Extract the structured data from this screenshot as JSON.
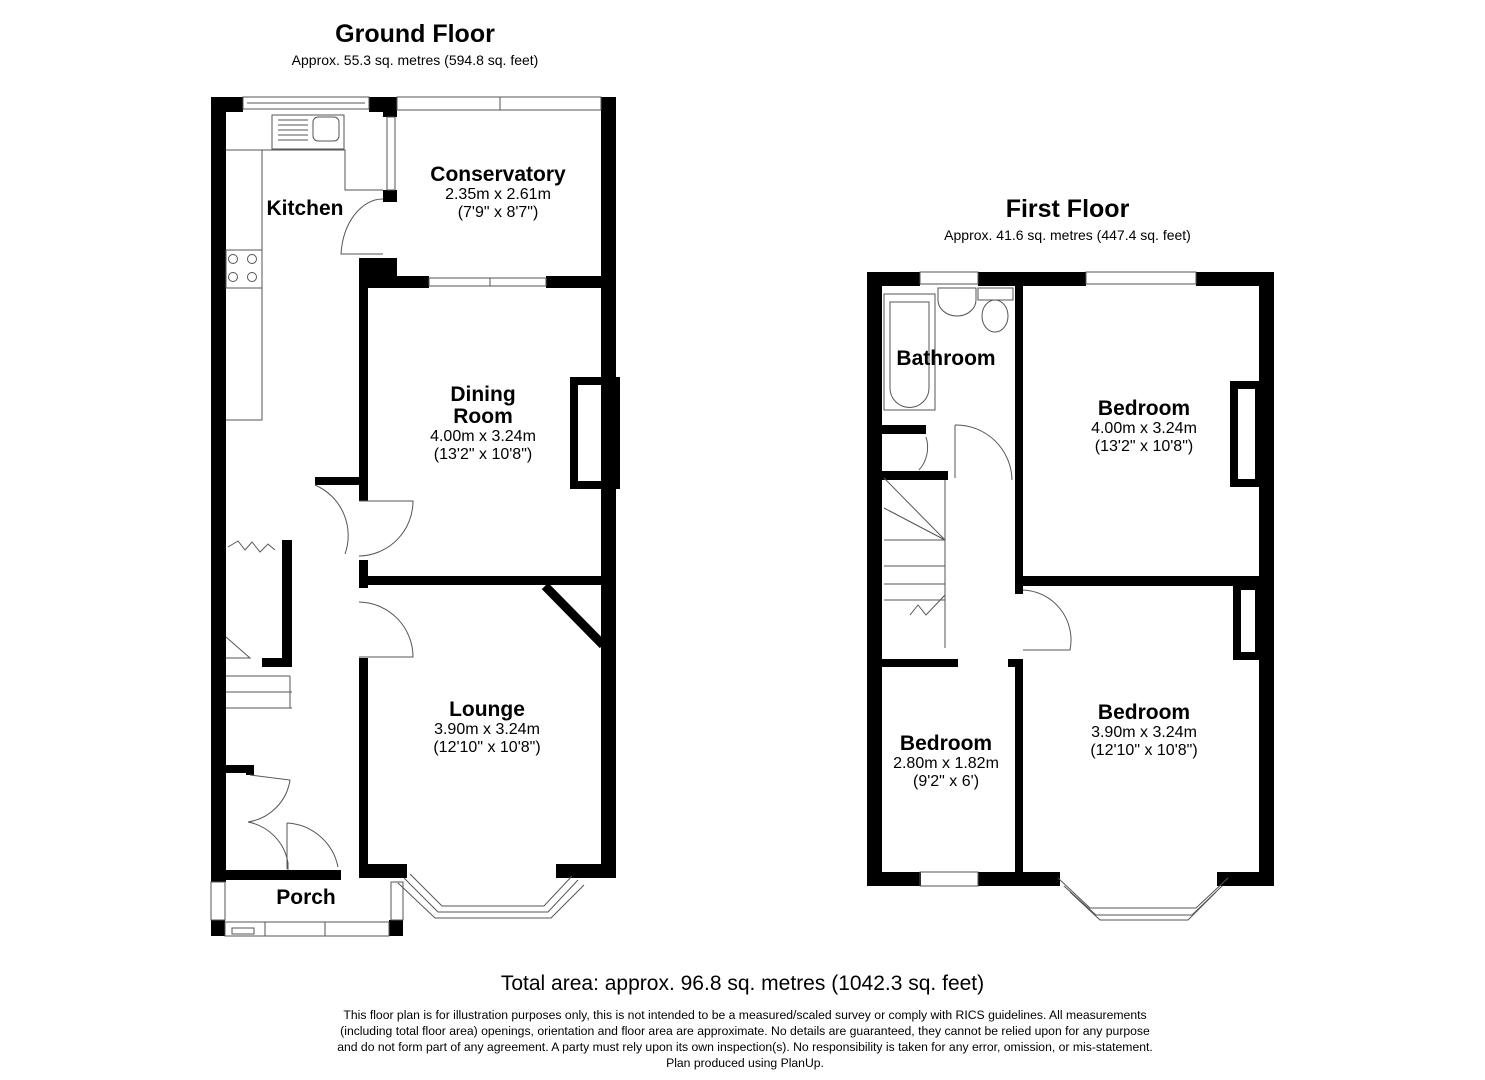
{
  "ground_floor": {
    "title": "Ground Floor",
    "area": "Approx. 55.3 sq. metres (594.8 sq. feet)",
    "rooms": [
      {
        "name": "Kitchen",
        "metric": "",
        "imperial": ""
      },
      {
        "name": "Conservatory",
        "metric": "2.35m x 2.61m",
        "imperial": "(7'9\" x 8'7\")"
      },
      {
        "name": "Dining Room",
        "metric": "4.00m x 3.24m",
        "imperial": "(13'2\" x 10'8\")"
      },
      {
        "name": "Lounge",
        "metric": "3.90m x 3.24m",
        "imperial": "(12'10\" x 10'8\")"
      },
      {
        "name": "Porch",
        "metric": "",
        "imperial": ""
      }
    ]
  },
  "first_floor": {
    "title": "First Floor",
    "area": "Approx. 41.6 sq. metres (447.4 sq. feet)",
    "rooms": [
      {
        "name": "Bathroom",
        "metric": "",
        "imperial": ""
      },
      {
        "name": "Bedroom",
        "metric": "4.00m x 3.24m",
        "imperial": "(13'2\" x 10'8\")"
      },
      {
        "name": "Bedroom",
        "metric": "2.80m x 1.82m",
        "imperial": "(9'2\" x 6')"
      },
      {
        "name": "Bedroom",
        "metric": "3.90m x 3.24m",
        "imperial": "(12'10\" x 10'8\")"
      }
    ]
  },
  "footer": {
    "total_area": "Total area: approx. 96.8 sq. metres (1042.3 sq. feet)",
    "disclaimer_lines": [
      "This floor plan is for illustration purposes only, this is not intended to be a measured/scaled survey or comply with RICS guidelines. All measurements",
      "(including total floor area) openings, orientation and floor area are approximate. No details are guaranteed, they cannot be relied upon for any purpose",
      "and do not form part of any agreement. A party must rely upon its own inspection(s). No responsibility is taken for any error, omission, or mis-statement.",
      "Plan produced using PlanUp."
    ]
  },
  "colors": {
    "wall": "#000000",
    "background": "#ffffff",
    "line": "#555555"
  }
}
